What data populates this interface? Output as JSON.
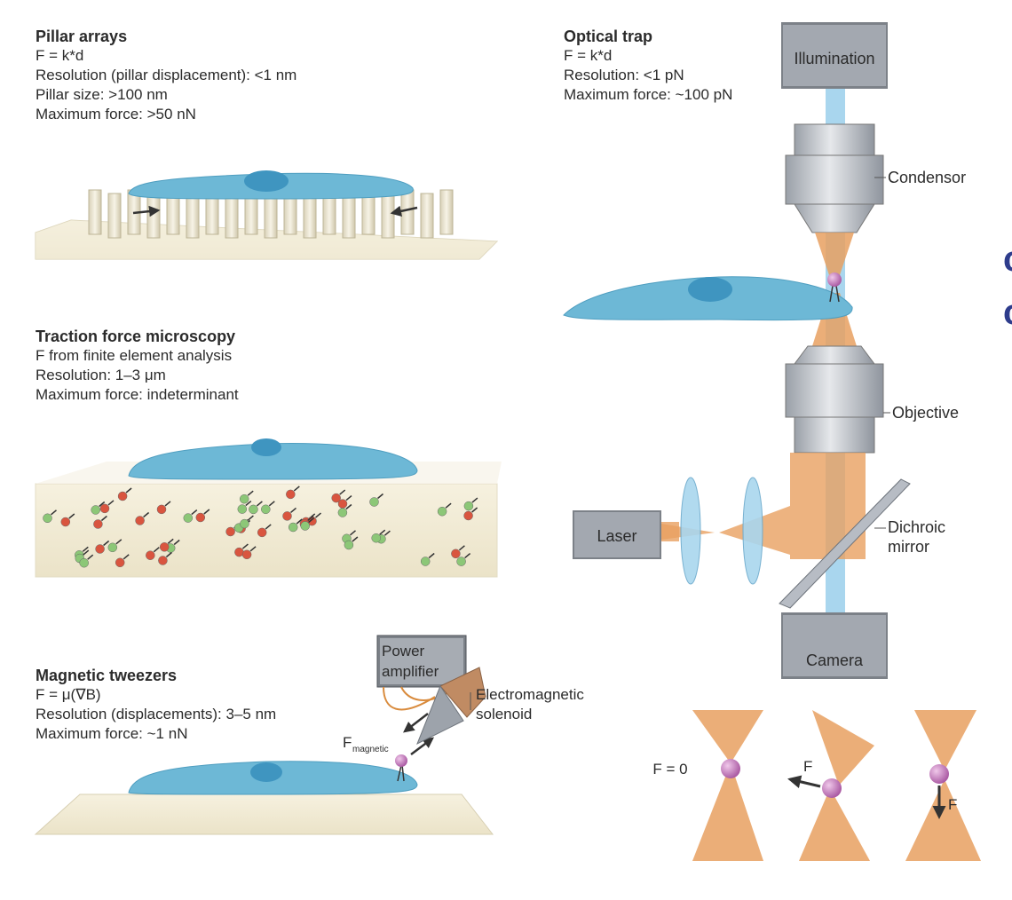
{
  "pillar": {
    "title": "Pillar arrays",
    "lines": [
      "F = k*d",
      "Resolution (pillar displacement): <1 nm",
      "Pillar size: >100 nm",
      "Maximum force: >50 nN"
    ]
  },
  "traction": {
    "title": "Traction force microscopy",
    "lines": [
      "F from finite element analysis",
      "Resolution: 1–3 μm",
      "Maximum force: indeterminant"
    ]
  },
  "magnetic": {
    "title": "Magnetic tweezers",
    "lines": [
      "F = μ(∇B)",
      "Resolution (displacements): 3–5 nm",
      "Maximum force: ~1 nN"
    ],
    "power_amplifier": [
      "Power",
      "amplifier"
    ],
    "solenoid": [
      "Electromagnetic",
      "solenoid"
    ],
    "force_symbol": "F",
    "force_subscript": "magnetic"
  },
  "optical": {
    "title": "Optical trap",
    "lines": [
      "F = k*d",
      "Resolution: <1 pN",
      "Maximum force: ~100 pN"
    ],
    "illumination": "Illumination",
    "condensor": "Condensor",
    "objective": "Objective",
    "laser": "Laser",
    "dichroic": [
      "Dichroic",
      "mirror"
    ],
    "camera": "Camera"
  },
  "trap_states": {
    "f_zero": "F = 0",
    "f_left": "F",
    "f_down": "F"
  },
  "colors": {
    "cell": "#6db8d6",
    "nucleus": "#3f95c0",
    "beam_orange": "#e8a060",
    "beam_blue": "#a9d6ee",
    "bead": "#c77bbf",
    "instrument": "#b7bcc4",
    "red_bead": "#d9553f",
    "green_bead": "#8cc777"
  }
}
